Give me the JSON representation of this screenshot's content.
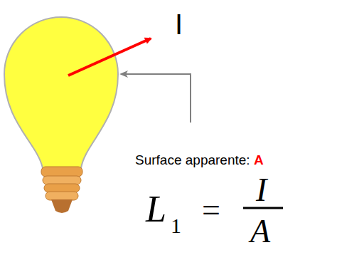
{
  "diagram": {
    "labels": [
      "I",
      "Surface apparente: ",
      "A",
      "L",
      "1",
      "=",
      "I",
      "A"
    ]
  }
}
